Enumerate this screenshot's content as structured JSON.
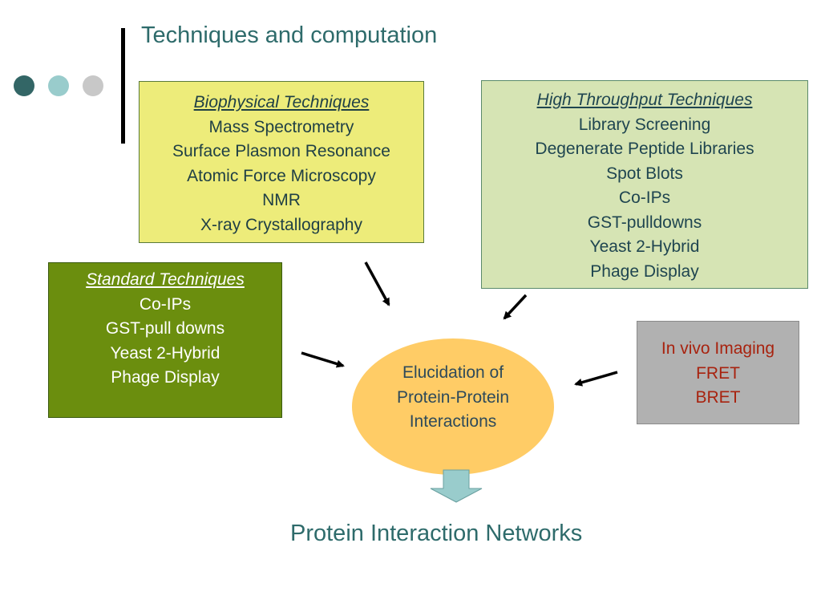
{
  "slide": {
    "title": "Techniques and computation",
    "bottom_label": "Protein Interaction Networks"
  },
  "biophysical": {
    "header": "Biophysical Techniques",
    "items": [
      "Mass Spectrometry",
      "Surface Plasmon Resonance",
      "Atomic Force Microscopy",
      "NMR",
      "X-ray Crystallography"
    ]
  },
  "high_throughput": {
    "header": "High Throughput Techniques",
    "items": [
      "Library Screening",
      "Degenerate Peptide Libraries",
      "Spot Blots",
      "Co-IPs",
      "GST-pulldowns",
      "Yeast 2-Hybrid",
      "Phage Display"
    ]
  },
  "standard": {
    "header": "Standard Techniques",
    "items": [
      "Co-IPs",
      "GST-pull downs",
      "Yeast 2-Hybrid",
      "Phage Display"
    ]
  },
  "in_vivo": {
    "items": [
      "In vivo Imaging",
      "FRET",
      "BRET"
    ]
  },
  "center": {
    "lines": [
      "Elucidation of",
      "Protein-Protein",
      "Interactions"
    ]
  },
  "colors": {
    "dot_dark": "#336666",
    "dot_teal": "#99cccc",
    "dot_gray": "#c8c8c8",
    "biophysical_fill": "#edec7a",
    "high_throughput_fill": "#d6e4b4",
    "standard_fill": "#6b8e0e",
    "in_vivo_fill": "#b1b1b1",
    "center_fill": "#ffcc66",
    "down_arrow_fill": "#99cccc",
    "title_text": "#2e6b6b"
  }
}
